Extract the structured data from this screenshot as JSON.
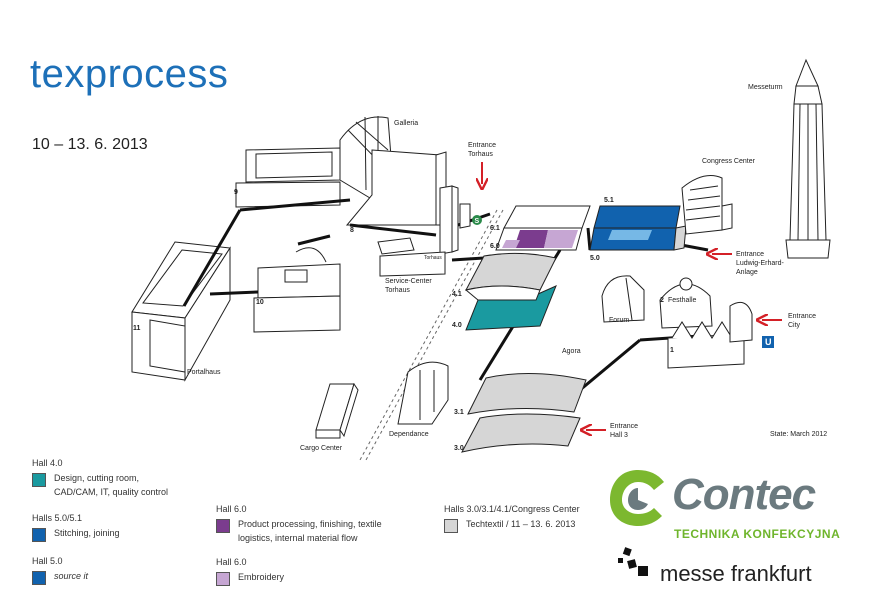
{
  "header": {
    "title": "texprocess",
    "dates": "10 – 13. 6. 2013"
  },
  "map_labels": {
    "messeturm": "Messeturm",
    "galleria": "Galleria",
    "entrance_torhaus": [
      "Entrance",
      "Torhaus"
    ],
    "congress_center": "Congress Center",
    "entrance_ludwig": [
      "Entrance",
      "Ludwig-Erhard-",
      "Anlage"
    ],
    "entrance_city": [
      "Entrance",
      "City"
    ],
    "entrance_hall3": [
      "Entrance",
      "Hall 3"
    ],
    "service_center": [
      "Service-Center",
      "Torhaus"
    ],
    "torhaus_small": "Torhaus",
    "festhalle": "Festhalle",
    "forum": "Forum",
    "agora": "Agora",
    "portalhaus": "Portalhaus",
    "cargo_center": "Cargo Center",
    "dependance": "Dependance",
    "state": "State: March 2012",
    "u_badge": "U",
    "s_badge": "S"
  },
  "hall_numbers": {
    "h9": "9",
    "h8": "8",
    "h10": "10",
    "h11": "11",
    "h61": "6.1",
    "h60": "6.0",
    "h51": "5.1",
    "h50": "5.0",
    "h41": "4.1",
    "h40": "4.0",
    "h31": "3.1",
    "h30": "3.0",
    "h2": "2",
    "h1": "1"
  },
  "colors": {
    "hall40": "#1a9aa0",
    "hall5": "#1162ae",
    "hall6_product": "#7b3c8e",
    "hall6_embroidery": "#c6a6d3",
    "halls3_gray": "#d6d6d6",
    "light_blue": "#76b8e6",
    "title_blue": "#1d70b8",
    "entrance_red": "#d42027"
  },
  "legend": {
    "col1": [
      {
        "head": "Hall 4.0",
        "text": [
          "Design, cutting room,",
          "CAD/CAM, IT, quality control"
        ],
        "color": "#1a9aa0"
      },
      {
        "head": "Halls 5.0/5.1",
        "text": [
          "Stitching, joining"
        ],
        "color": "#1162ae"
      },
      {
        "head": "Hall 5.0",
        "text": [
          "source it"
        ],
        "color": "#1162ae"
      }
    ],
    "col2": [
      {
        "head": "Hall 6.0",
        "text": [
          "Product processing, finishing, textile",
          "logistics, internal material flow"
        ],
        "color": "#7b3c8e"
      },
      {
        "head": "Hall 6.0",
        "text": [
          "Embroidery"
        ],
        "color": "#c6a6d3"
      }
    ],
    "col3": [
      {
        "head": "Halls 3.0/3.1/4.1/Congress Center",
        "text": [
          "Techtextil / 11 – 13. 6. 2013"
        ],
        "color": "#d6d6d6"
      }
    ]
  },
  "logos": {
    "contec_word": "Contec",
    "contec_sub": "TECHNIKA KONFEKCYJNA",
    "messe": "messe frankfurt"
  }
}
